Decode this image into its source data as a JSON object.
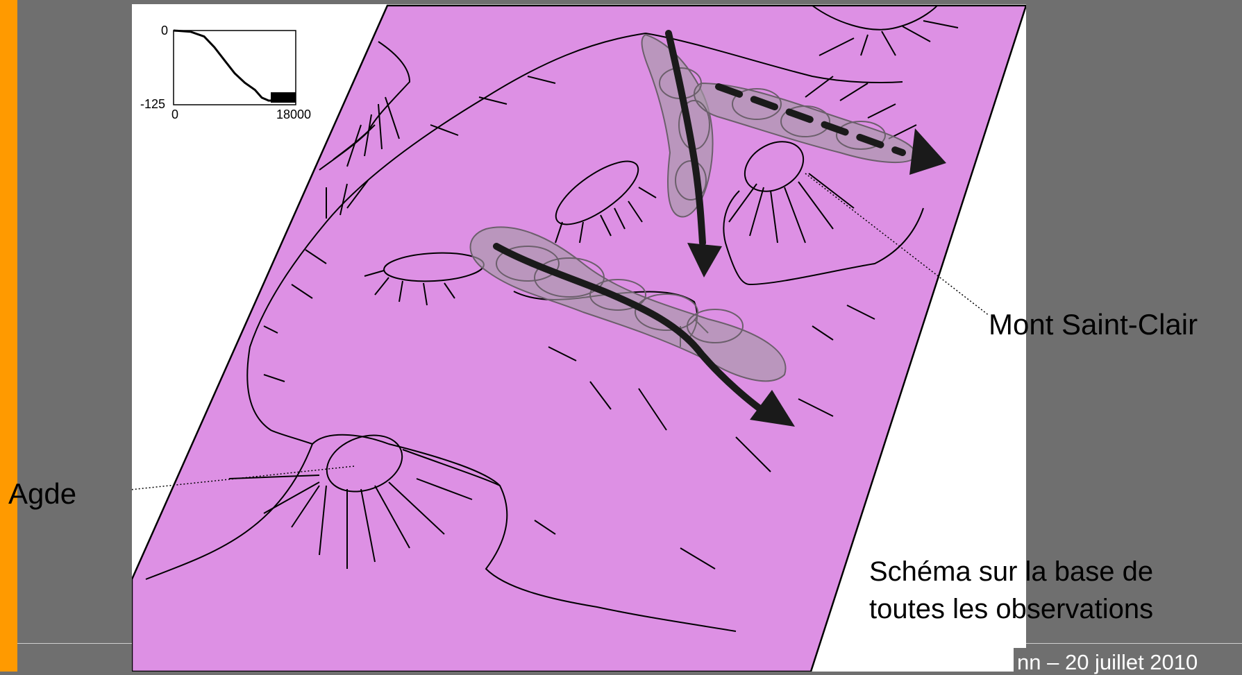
{
  "labels": {
    "agde": "Agde",
    "mont_saint_clair": "Mont Saint-Clair"
  },
  "caption": {
    "line1": "Schéma sur la base de",
    "line2": "toutes les observations"
  },
  "footer": {
    "text": "nn – 20 juillet 2010"
  },
  "inset_chart": {
    "y_max_label": "0",
    "y_min_label": "-125",
    "x_min_label": "0",
    "x_max_label": "18000"
  },
  "chart_data": {
    "type": "line",
    "xlim": [
      0,
      18000
    ],
    "ylim": [
      -125,
      0
    ],
    "x": [
      0,
      2500,
      4500,
      6000,
      7500,
      9000,
      10500,
      12000,
      13000,
      14000,
      18000
    ],
    "y": [
      0,
      -2,
      -10,
      -28,
      -50,
      -72,
      -88,
      -100,
      -113,
      -118,
      -118
    ]
  },
  "colors": {
    "shelf": "#dd90e4",
    "background": "#6f6f6f",
    "accent_bar": "#ff9a00",
    "flow_halo": "#a89aa8"
  }
}
